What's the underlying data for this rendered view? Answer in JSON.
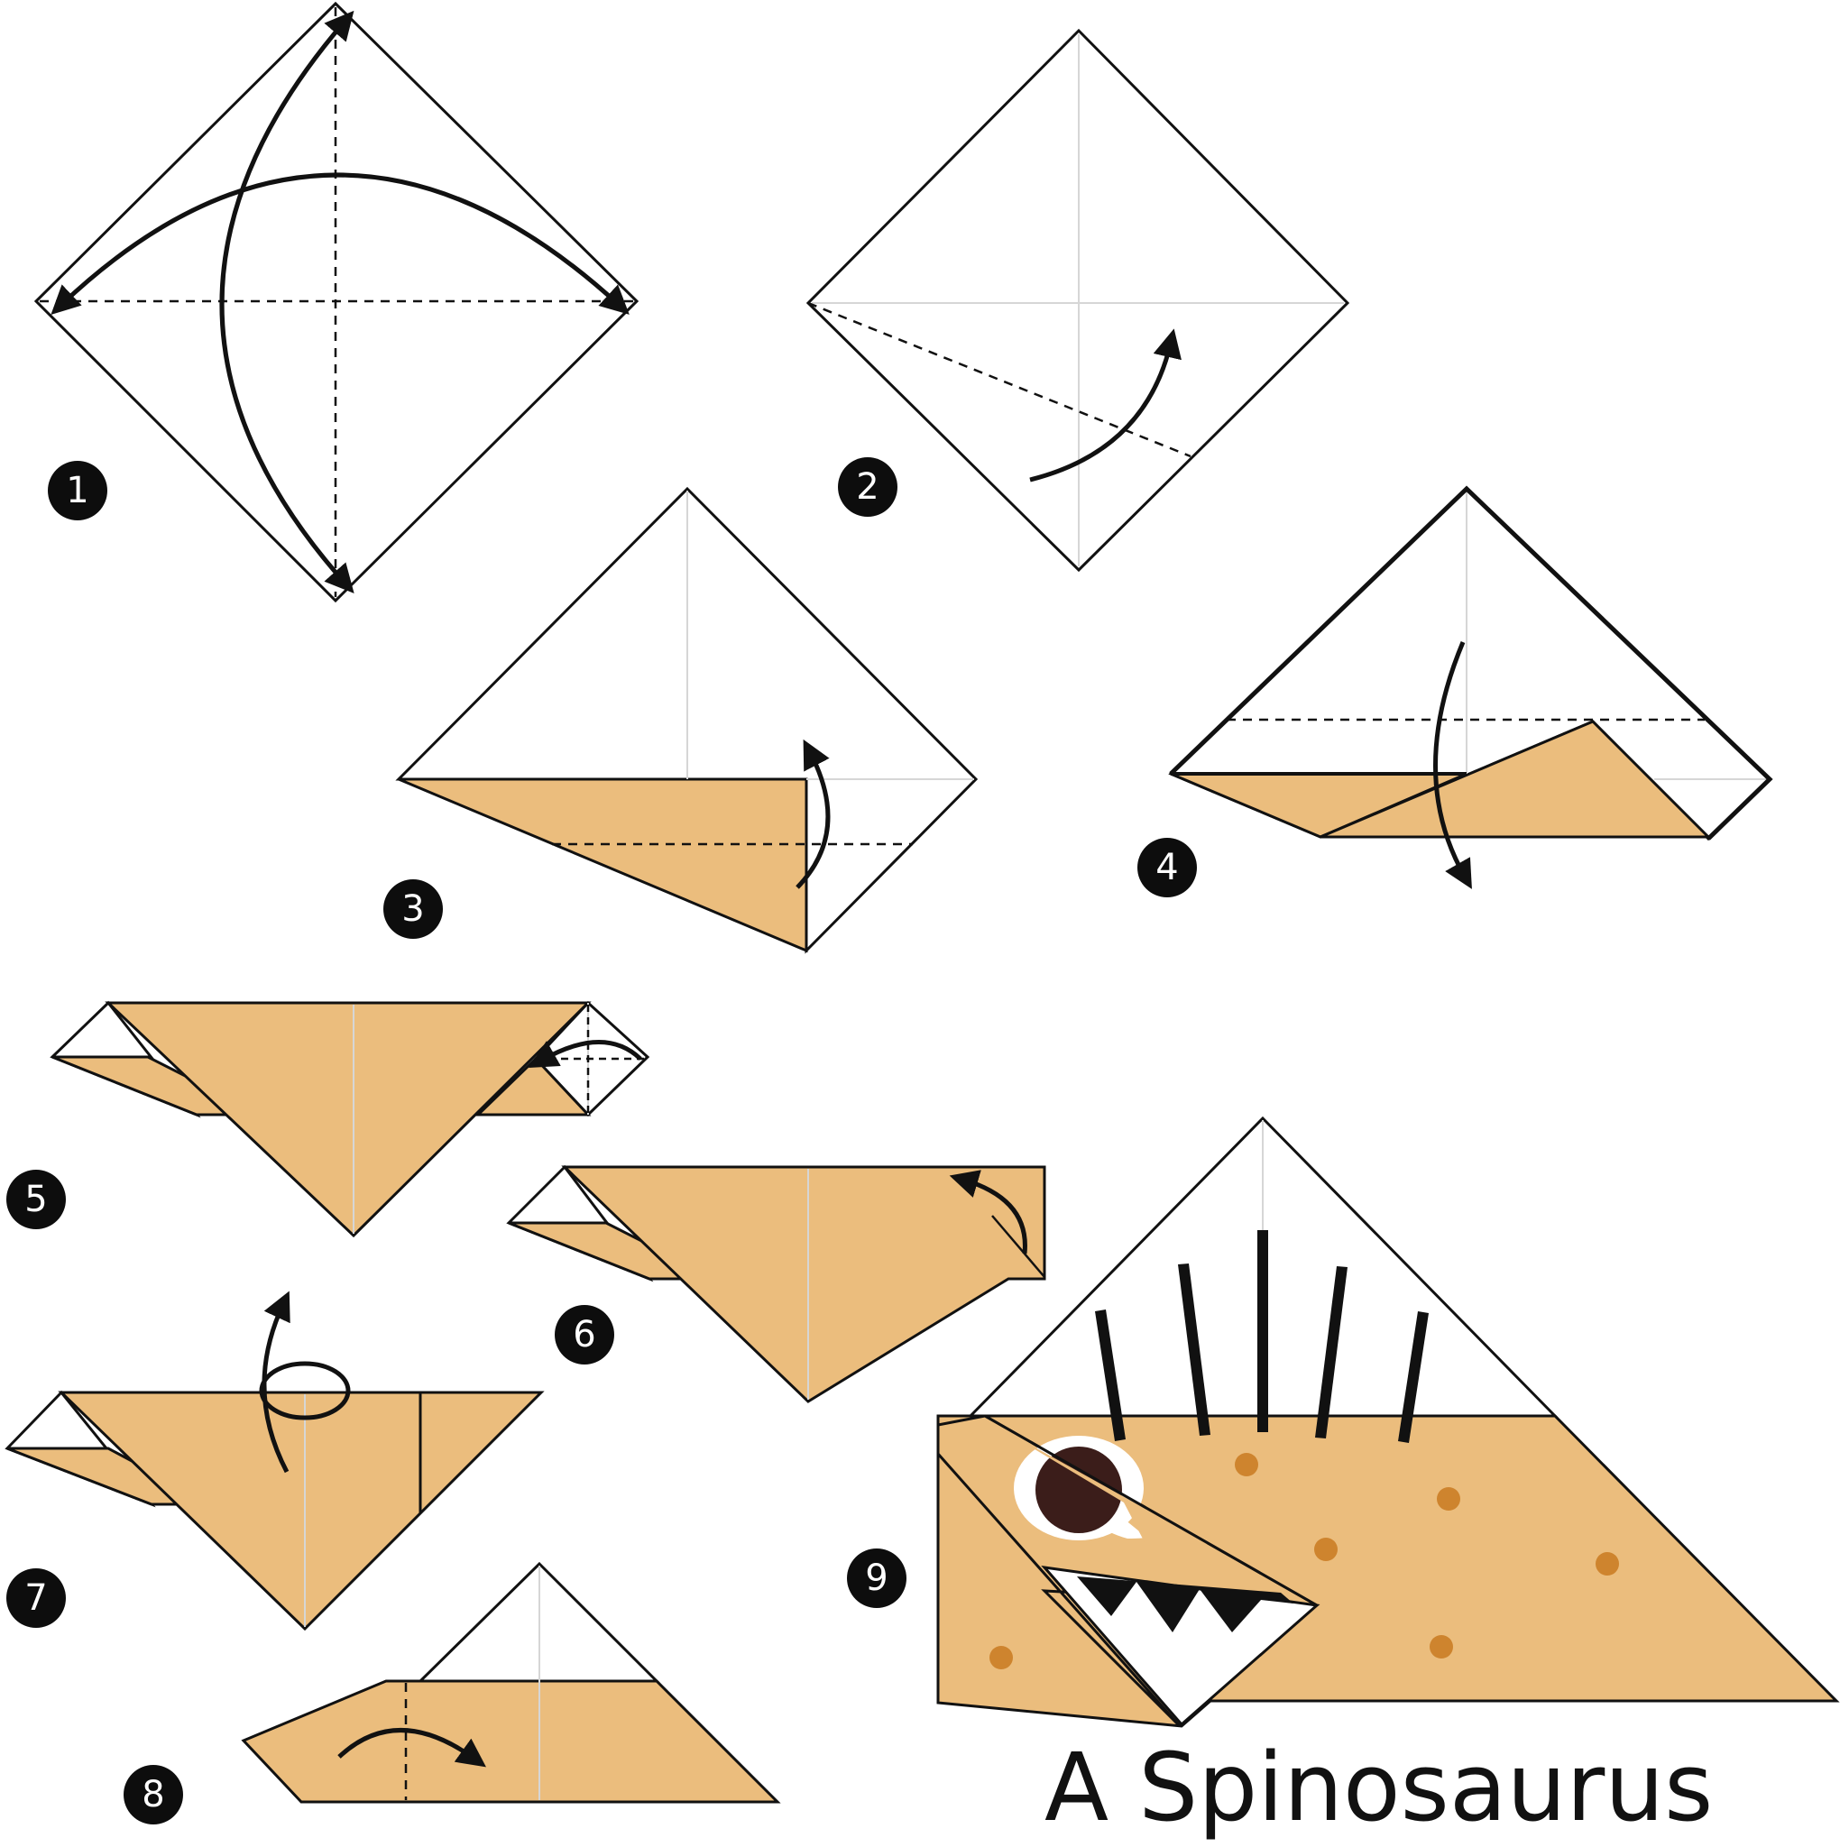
{
  "title": "A Spinosaurus",
  "steps": [
    {
      "label": "1"
    },
    {
      "label": "2"
    },
    {
      "label": "3"
    },
    {
      "label": "4"
    },
    {
      "label": "5"
    },
    {
      "label": "6"
    },
    {
      "label": "7"
    },
    {
      "label": "8"
    },
    {
      "label": "9"
    }
  ],
  "colors": {
    "paper": "#EBBD7D",
    "outline": "#111111",
    "spots": "#CE842E",
    "eye": "#3B1D1A",
    "badge": "#0D0D0D",
    "crease_light": "#D6D6D6"
  },
  "icons": [
    "fold-arrow-icon",
    "turn-over-icon",
    "valley-fold-line"
  ]
}
